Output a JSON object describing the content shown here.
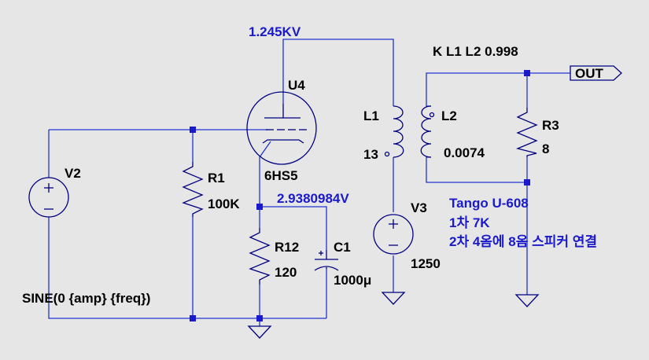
{
  "colors": {
    "background": "#e6e6e6",
    "wire": "#2233cc",
    "component": "#000080",
    "label_black": "#000000",
    "label_blue": "#1a1acc"
  },
  "nets": {
    "plate_voltage": "1.245KV",
    "cathode_voltage": "2.9380984V",
    "out_label": "OUT"
  },
  "coupling": "K L1 L2 0.998",
  "components": {
    "tube": {
      "ref": "U4",
      "model": "6HS5"
    },
    "r1": {
      "ref": "R1",
      "value": "100K"
    },
    "r12": {
      "ref": "R12",
      "value": "120"
    },
    "c1": {
      "ref": "C1",
      "value": "1000μ"
    },
    "l1": {
      "ref": "L1",
      "value": "13"
    },
    "l2": {
      "ref": "L2",
      "value": "0.0074"
    },
    "r3": {
      "ref": "R3",
      "value": "8"
    },
    "v2": {
      "ref": "V2",
      "value": "SINE(0 {amp} {freq})"
    },
    "v3": {
      "ref": "V3",
      "value": "1250"
    }
  },
  "note": {
    "line1": "Tango U-608",
    "line2": "1차 7K",
    "line3": "2차 4옴에 8옴 스피커 연결"
  }
}
